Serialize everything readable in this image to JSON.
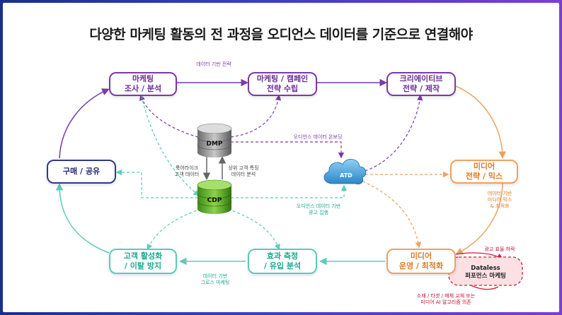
{
  "title": "다양한 마케팅 활동의 전 과정을 오디언스 데이터를 기준으로 연결해야",
  "nodes": {
    "research": [
      "마케팅",
      "조사 / 분석"
    ],
    "planning": [
      "마케팅 / 캠페인",
      "전략 수립"
    ],
    "creative": [
      "크리에이티브",
      "전략 / 제작"
    ],
    "media_strategy": [
      "미디어",
      "전략 / 믹스"
    ],
    "media_ops": [
      "미디어",
      "운영 / 최적화"
    ],
    "dataless": [
      "Dataless",
      "퍼포먼스 마케팅"
    ],
    "measurement": [
      "효과 측정",
      "/ 유입 분석"
    ],
    "retention": [
      "고객 활성화",
      "/ 이탈 방지"
    ],
    "purchase": "구매 / 공유",
    "dmp": "DMP",
    "cdp": "CDP",
    "atd": "ATD"
  },
  "labels": {
    "data_strategy": "데이터 기반 전략",
    "audience_onboarding": "오디언스 데이터 온보딩",
    "lookalike": [
      "룩어라이크",
      "고객 데이터"
    ],
    "top_features": [
      "상위 고객 특징",
      "데이터 분석"
    ],
    "audience_ads": [
      "오디언스 데이터 기반",
      "광고 집행"
    ],
    "media_mix": [
      "데이터 기반",
      "미디어 믹스",
      "& 최적화"
    ],
    "growth": [
      "데이터 기반",
      "그로스 마케팅"
    ],
    "ad_efficiency": "광고 효율 하락",
    "dependency": [
      "소재 / 타겟 / 매체 교체 또는",
      "미디어 AI 알고리즘 의존"
    ]
  },
  "colors": {
    "purple": "#7b3aa8",
    "orange": "#f0a060",
    "teal": "#5ccbb8",
    "red": "#d41a3c"
  }
}
